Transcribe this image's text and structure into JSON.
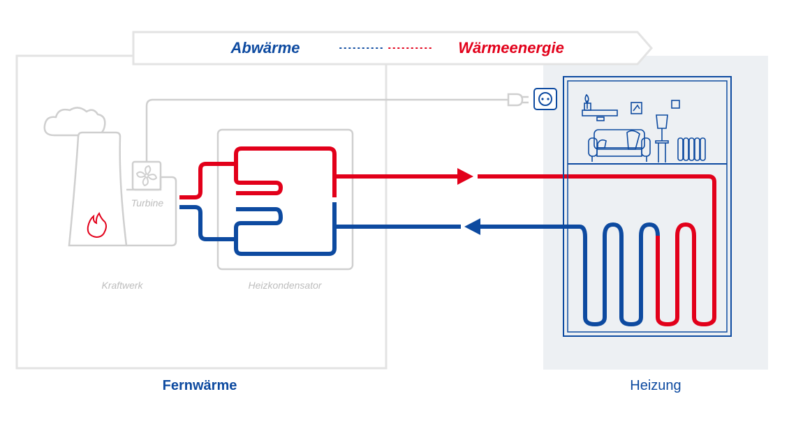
{
  "banner": {
    "left_label": "Abwärme",
    "right_label": "Wärmeenergie"
  },
  "labels": {
    "turbine": "Turbine",
    "kraftwerk": "Kraftwerk",
    "heizkondensator": "Heizkondensator",
    "fernwaerme": "Fernwärme",
    "heizung": "Heizung"
  },
  "colors": {
    "hot": "#e2001a",
    "cold": "#0d4aa0",
    "outline_grey": "#cfcfcf",
    "house_bg": "#edf0f3",
    "dark_blue_text": "#0d4aa0"
  },
  "icons": [
    "cloud-icon",
    "flame-icon",
    "fan-icon",
    "plug-icon",
    "socket-icon",
    "plant-icon",
    "picture-frame-icon",
    "sofa-icon",
    "lamp-icon",
    "radiator-icon"
  ]
}
